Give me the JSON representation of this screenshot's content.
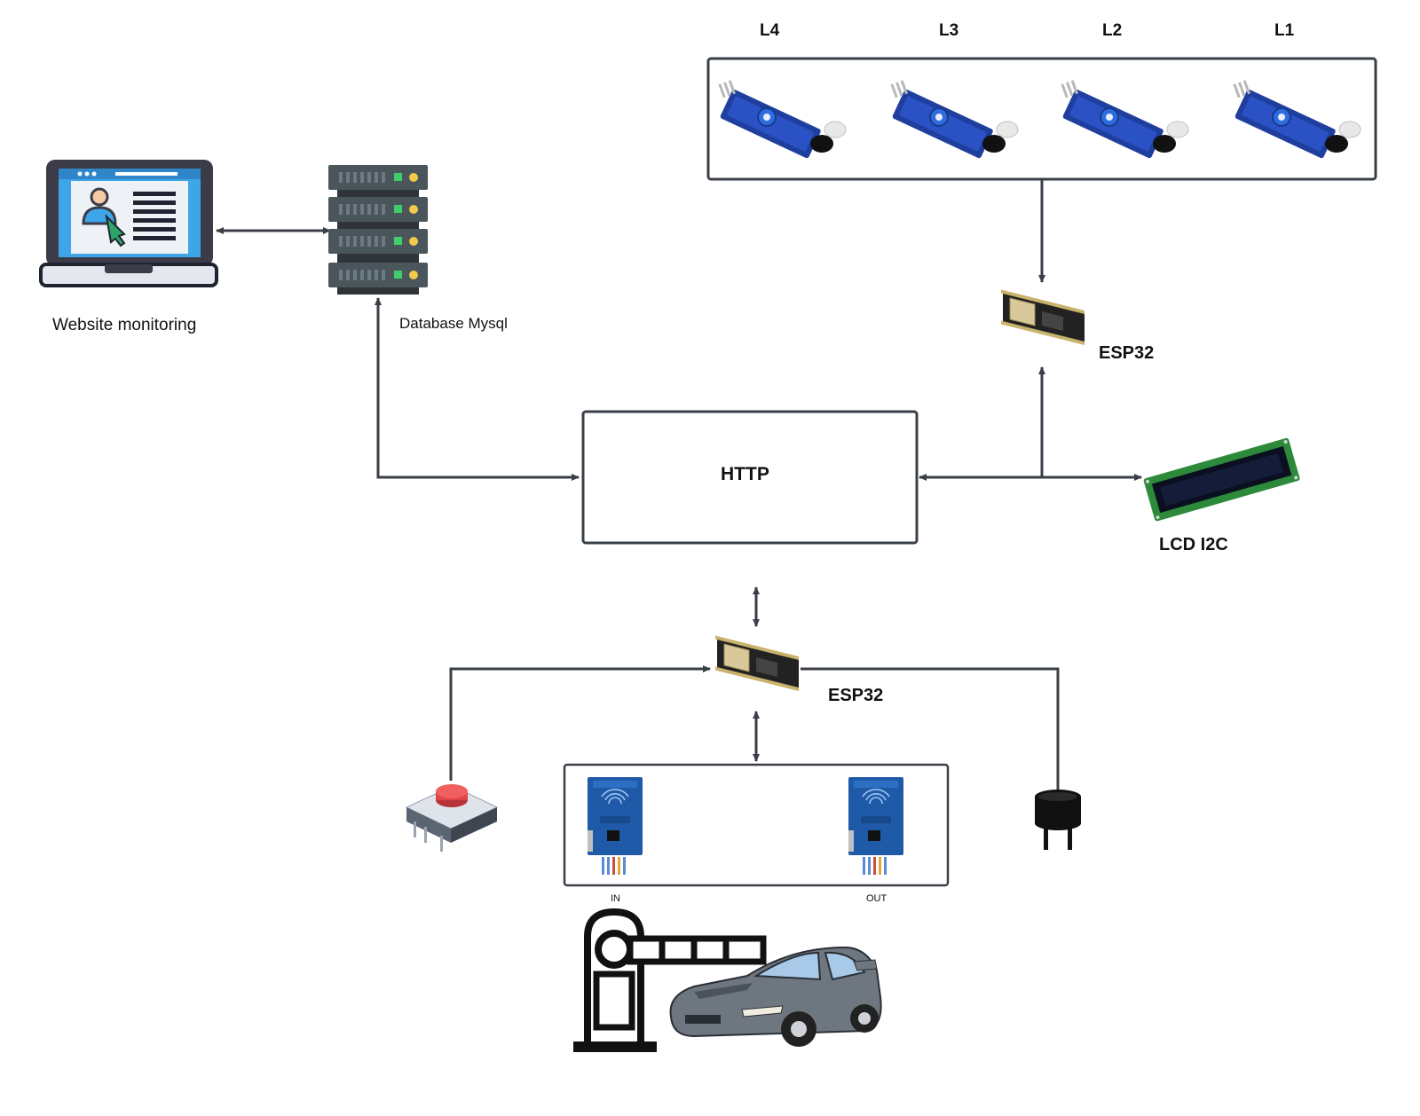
{
  "sensors": {
    "labels": [
      "L4",
      "L3",
      "L2",
      "L1"
    ]
  },
  "labels": {
    "website": "Website monitoring",
    "database": "Database Mysql",
    "http": "HTTP",
    "esp32_top": "ESP32",
    "esp32_bottom": "ESP32",
    "lcd": "LCD I2C",
    "rfid_in": "IN",
    "rfid_out": "OUT"
  },
  "colors": {
    "line": "#3a3f47",
    "sensor_board": "#1f3f9e",
    "server": "#4a555c",
    "server_led_green": "#3ecf6b",
    "server_led_yellow": "#f2c94c",
    "laptop_screen": "#3da5e8",
    "lcd_board": "#2c8a3a",
    "button_red": "#e04545",
    "car_body": "#6e7780",
    "rfid_board": "#1e5aa8"
  },
  "icons": {
    "laptop": "laptop-user-icon",
    "database": "server-rack-icon",
    "sensor": "ir-sensor-module-icon",
    "esp32": "esp32-board-icon",
    "lcd": "lcd-display-icon",
    "button": "push-button-icon",
    "rfid": "rfid-reader-icon",
    "buzzer": "buzzer-icon",
    "barrier": "parking-barrier-icon",
    "car": "car-icon"
  }
}
